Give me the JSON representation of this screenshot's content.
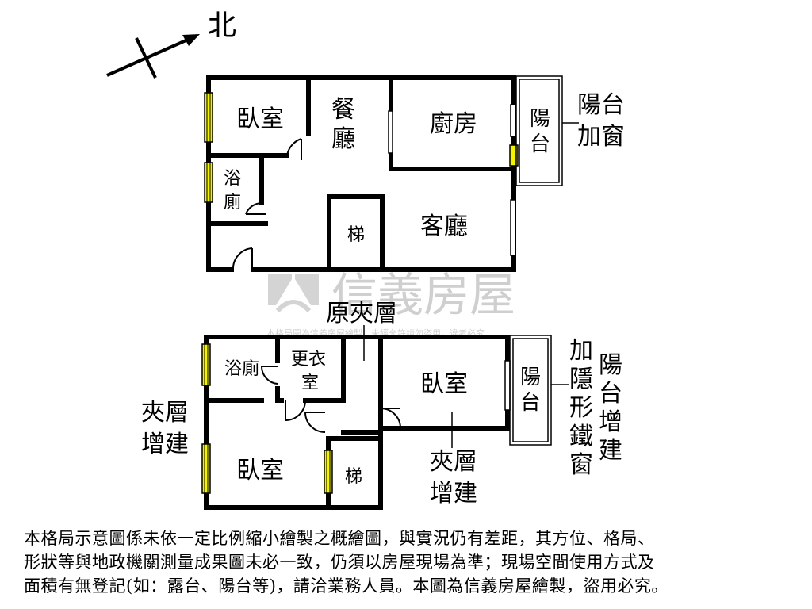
{
  "compass": {
    "north_label": "北"
  },
  "upper_floor": {
    "bedroom": "臥室",
    "dining": "餐廳",
    "kitchen": "廚房",
    "balcony": "陽台",
    "bath": "浴廁",
    "stairs": "梯",
    "living": "客廳",
    "balcony_note": [
      "陽台",
      "加窗"
    ]
  },
  "lower_floor": {
    "mezzanine_label": "原夾層",
    "bath": "浴廁",
    "closet": [
      "更衣",
      "室"
    ],
    "bedroom_right": "臥室",
    "balcony": "陽台",
    "bedroom_left": "臥室",
    "stairs": "梯",
    "left_note": [
      "夾層",
      "增建"
    ],
    "bottom_note": [
      "夾層",
      "增建"
    ],
    "window_note": [
      "加",
      "隱",
      "形",
      "鐵",
      "窗"
    ],
    "balcony_note": [
      "陽",
      "台",
      "增",
      "建"
    ]
  },
  "watermark": {
    "brand": "信義房屋",
    "notice": "本格局圖為信義房屋繪製，未經允許請勿盜用，違者必究"
  },
  "disclaimer": [
    "本格局示意圖係未依一定比例縮小繪製之概繪圖，與實況仍有差距，其方位、格局、",
    "形狀等與地政機關測量成果圖未必一致，仍須以房屋現場為準；現場空間使用方式及",
    "面積有無登記(如：露台、陽台等)，請洽業務人員。本圖為信義房屋繪製，盜用必究。"
  ]
}
